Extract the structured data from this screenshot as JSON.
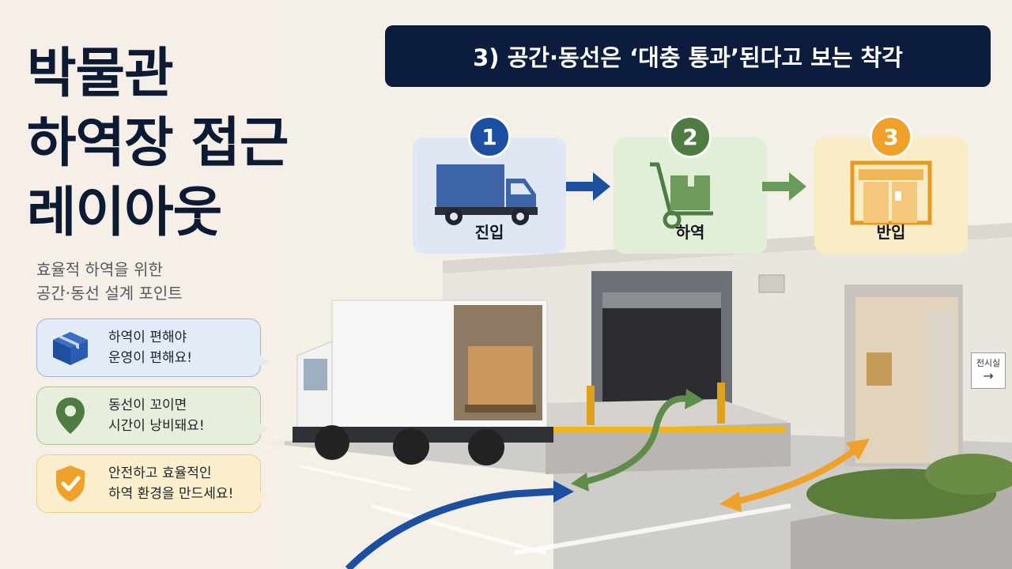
{
  "title_lines": [
    "박물관",
    "하역장 접근",
    "레이아웃"
  ],
  "subtitle_lines": [
    "효율적 하역을 위한",
    "공간·동선 설계 포인트"
  ],
  "tips": [
    {
      "icon": "box-icon",
      "lines": [
        "하역이 편해야",
        "운영이 편해요!"
      ],
      "color": "#1d4fa0"
    },
    {
      "icon": "map-pin-icon",
      "lines": [
        "동선이 꼬이면",
        "시간이 낭비돼요!"
      ],
      "color": "#4f7c42"
    },
    {
      "icon": "shield-check-icon",
      "lines": [
        "안전하고 효율적인",
        "하역 환경을 만드세요!"
      ],
      "color": "#f0a12a"
    }
  ],
  "heading": "3) 공간·동선은 ‘대충 통과’된다고 보는 착각",
  "steps": [
    {
      "number": "1",
      "label": "진입",
      "icon": "truck-icon",
      "color": "#1d4fa0"
    },
    {
      "number": "2",
      "label": "하역",
      "icon": "hand-truck-icon",
      "color": "#4f7c42"
    },
    {
      "number": "3",
      "label": "반입",
      "icon": "door-icon",
      "color": "#f0a12a"
    }
  ],
  "sign": {
    "text": "전시실",
    "arrow": "→"
  },
  "colors": {
    "navy": "#0c1c3d",
    "blue": "#1d4fa0",
    "green": "#4f7c42",
    "orange": "#f0a12a"
  }
}
